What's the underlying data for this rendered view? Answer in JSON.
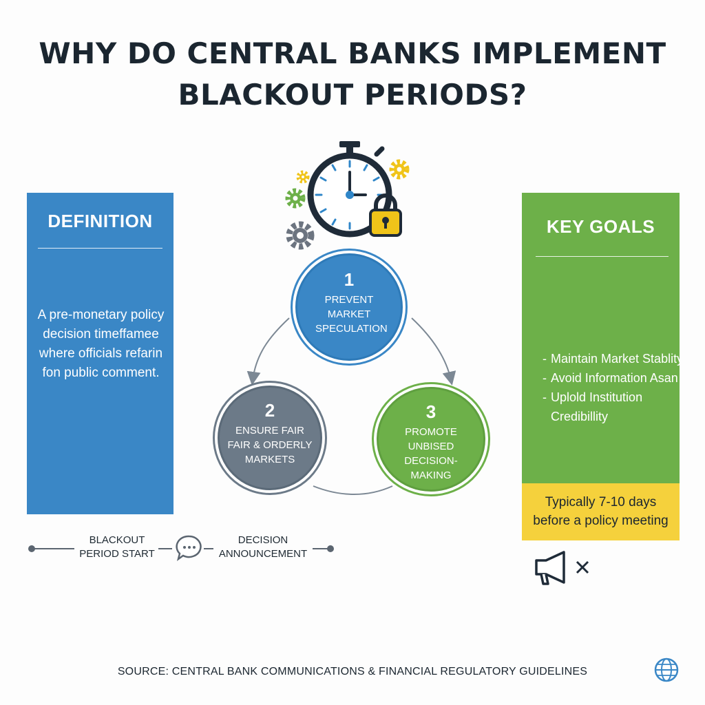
{
  "title": {
    "line1": "WHY DO CENTRAL BANKS IMPLEMENT",
    "line2": "BLACKOUT PERIODS?"
  },
  "definition": {
    "heading": "DEFINITION",
    "text": "A pre-monetary policy decision timeffamee where officials refarin fon public comment."
  },
  "key_goals": {
    "heading": "KEY GOALS",
    "items": [
      "Maintain Market Stablity",
      "Avoid Information Asan",
      "Uplold Institution Credibillity"
    ]
  },
  "callout": {
    "line1": "Typically 7-10 days",
    "line2": "before a policy meeting"
  },
  "steps": [
    {
      "number": "1",
      "label": "PREVENT MARKET SPECULATION"
    },
    {
      "number": "2",
      "label": "ENSURE FAIR FAIR & ORDERLY MARKETS"
    },
    {
      "number": "3",
      "label": "PROMOTE UNBISED DECISION-MAKING"
    }
  ],
  "timeline": {
    "start": "BLACKOUT PERIOD START",
    "end": "DECISION ANNOUNCEMENT"
  },
  "source": "SOURCE: CENTRAL BANK COMMUNICATIONS & FINANCIAL REGULATORY GUIDELINES",
  "icons": {
    "header": [
      "stopwatch-icon",
      "padlock-icon",
      "gear-icon"
    ],
    "timeline": "speech-bubble-icon",
    "goals": "muted-megaphone-icon",
    "footer": "globe-icon"
  },
  "colors": {
    "blue": "#3a87c6",
    "green": "#6db049",
    "gray": "#6c7a88",
    "yellow": "#f5d13c",
    "dark": "#1b2630"
  }
}
